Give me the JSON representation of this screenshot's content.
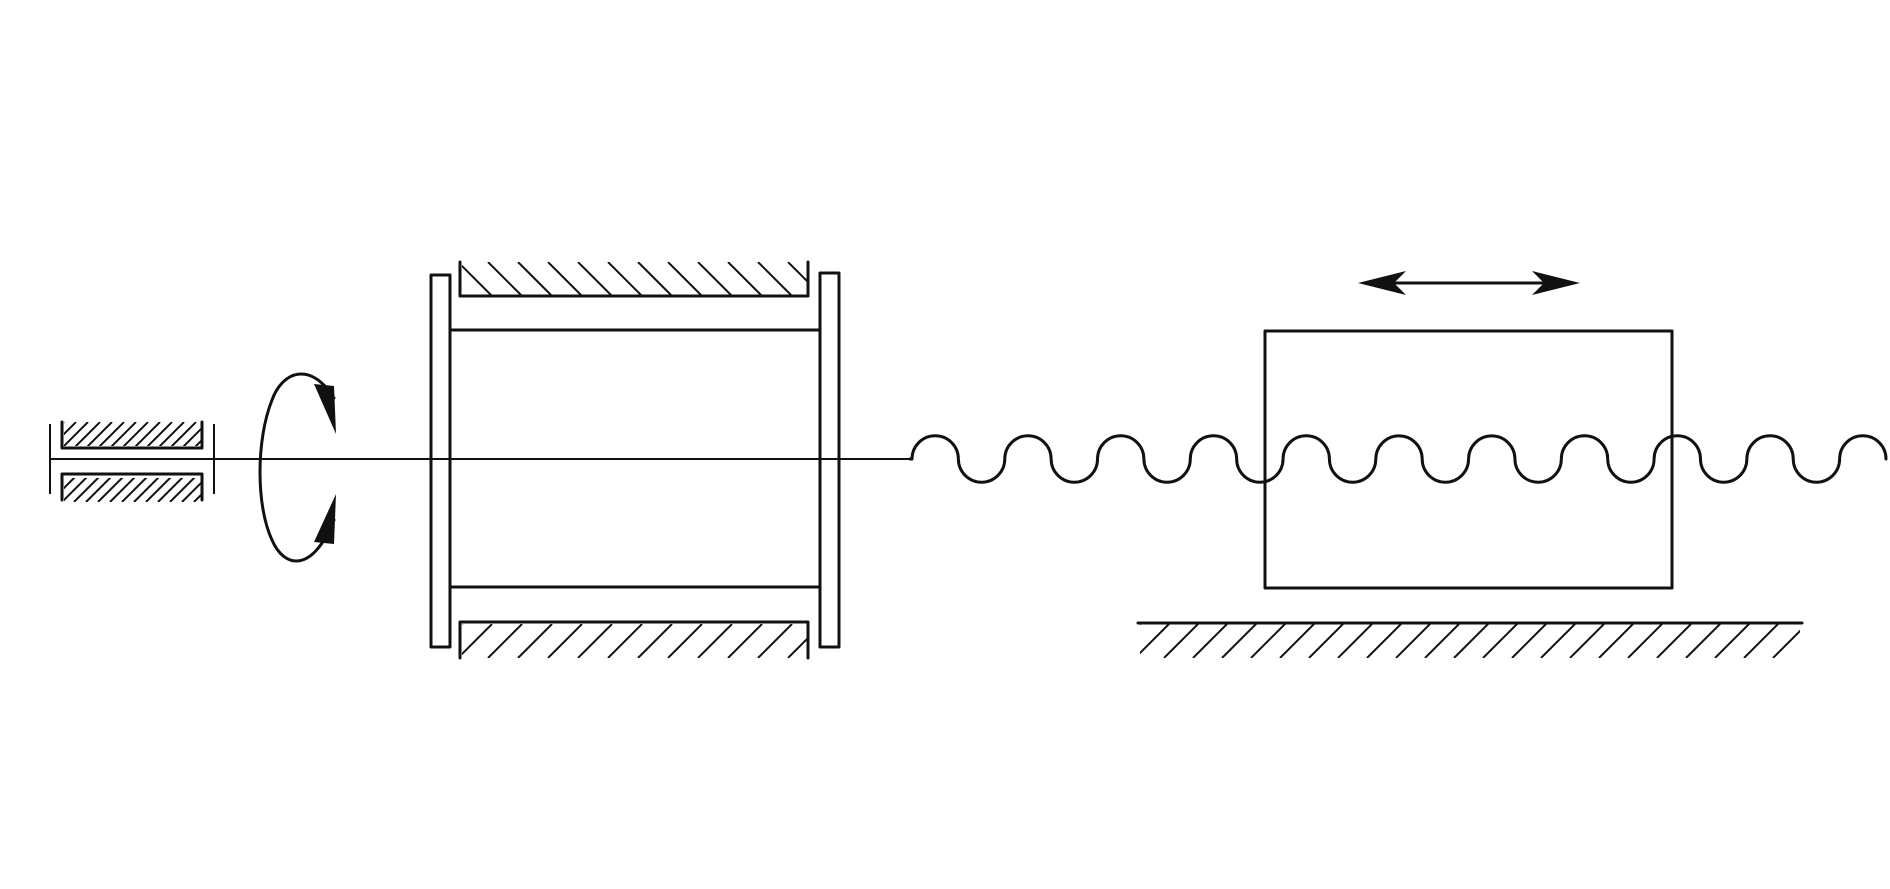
{
  "diagram": {
    "description_free": true,
    "colors": {
      "line": "#111111",
      "background": "#ffffff"
    },
    "components": [
      {
        "id": "bearing",
        "icon": "hatched-bearing"
      },
      {
        "id": "rotation",
        "icon": "rotation-arrow"
      },
      {
        "id": "drum",
        "icon": "flanged-drum"
      },
      {
        "id": "screw",
        "icon": "screw-thread"
      },
      {
        "id": "slider",
        "icon": "sliding-block"
      },
      {
        "id": "ground",
        "icon": "hatched-ground"
      },
      {
        "id": "motion",
        "icon": "double-arrow"
      }
    ],
    "screw_pitch_count": 21
  }
}
